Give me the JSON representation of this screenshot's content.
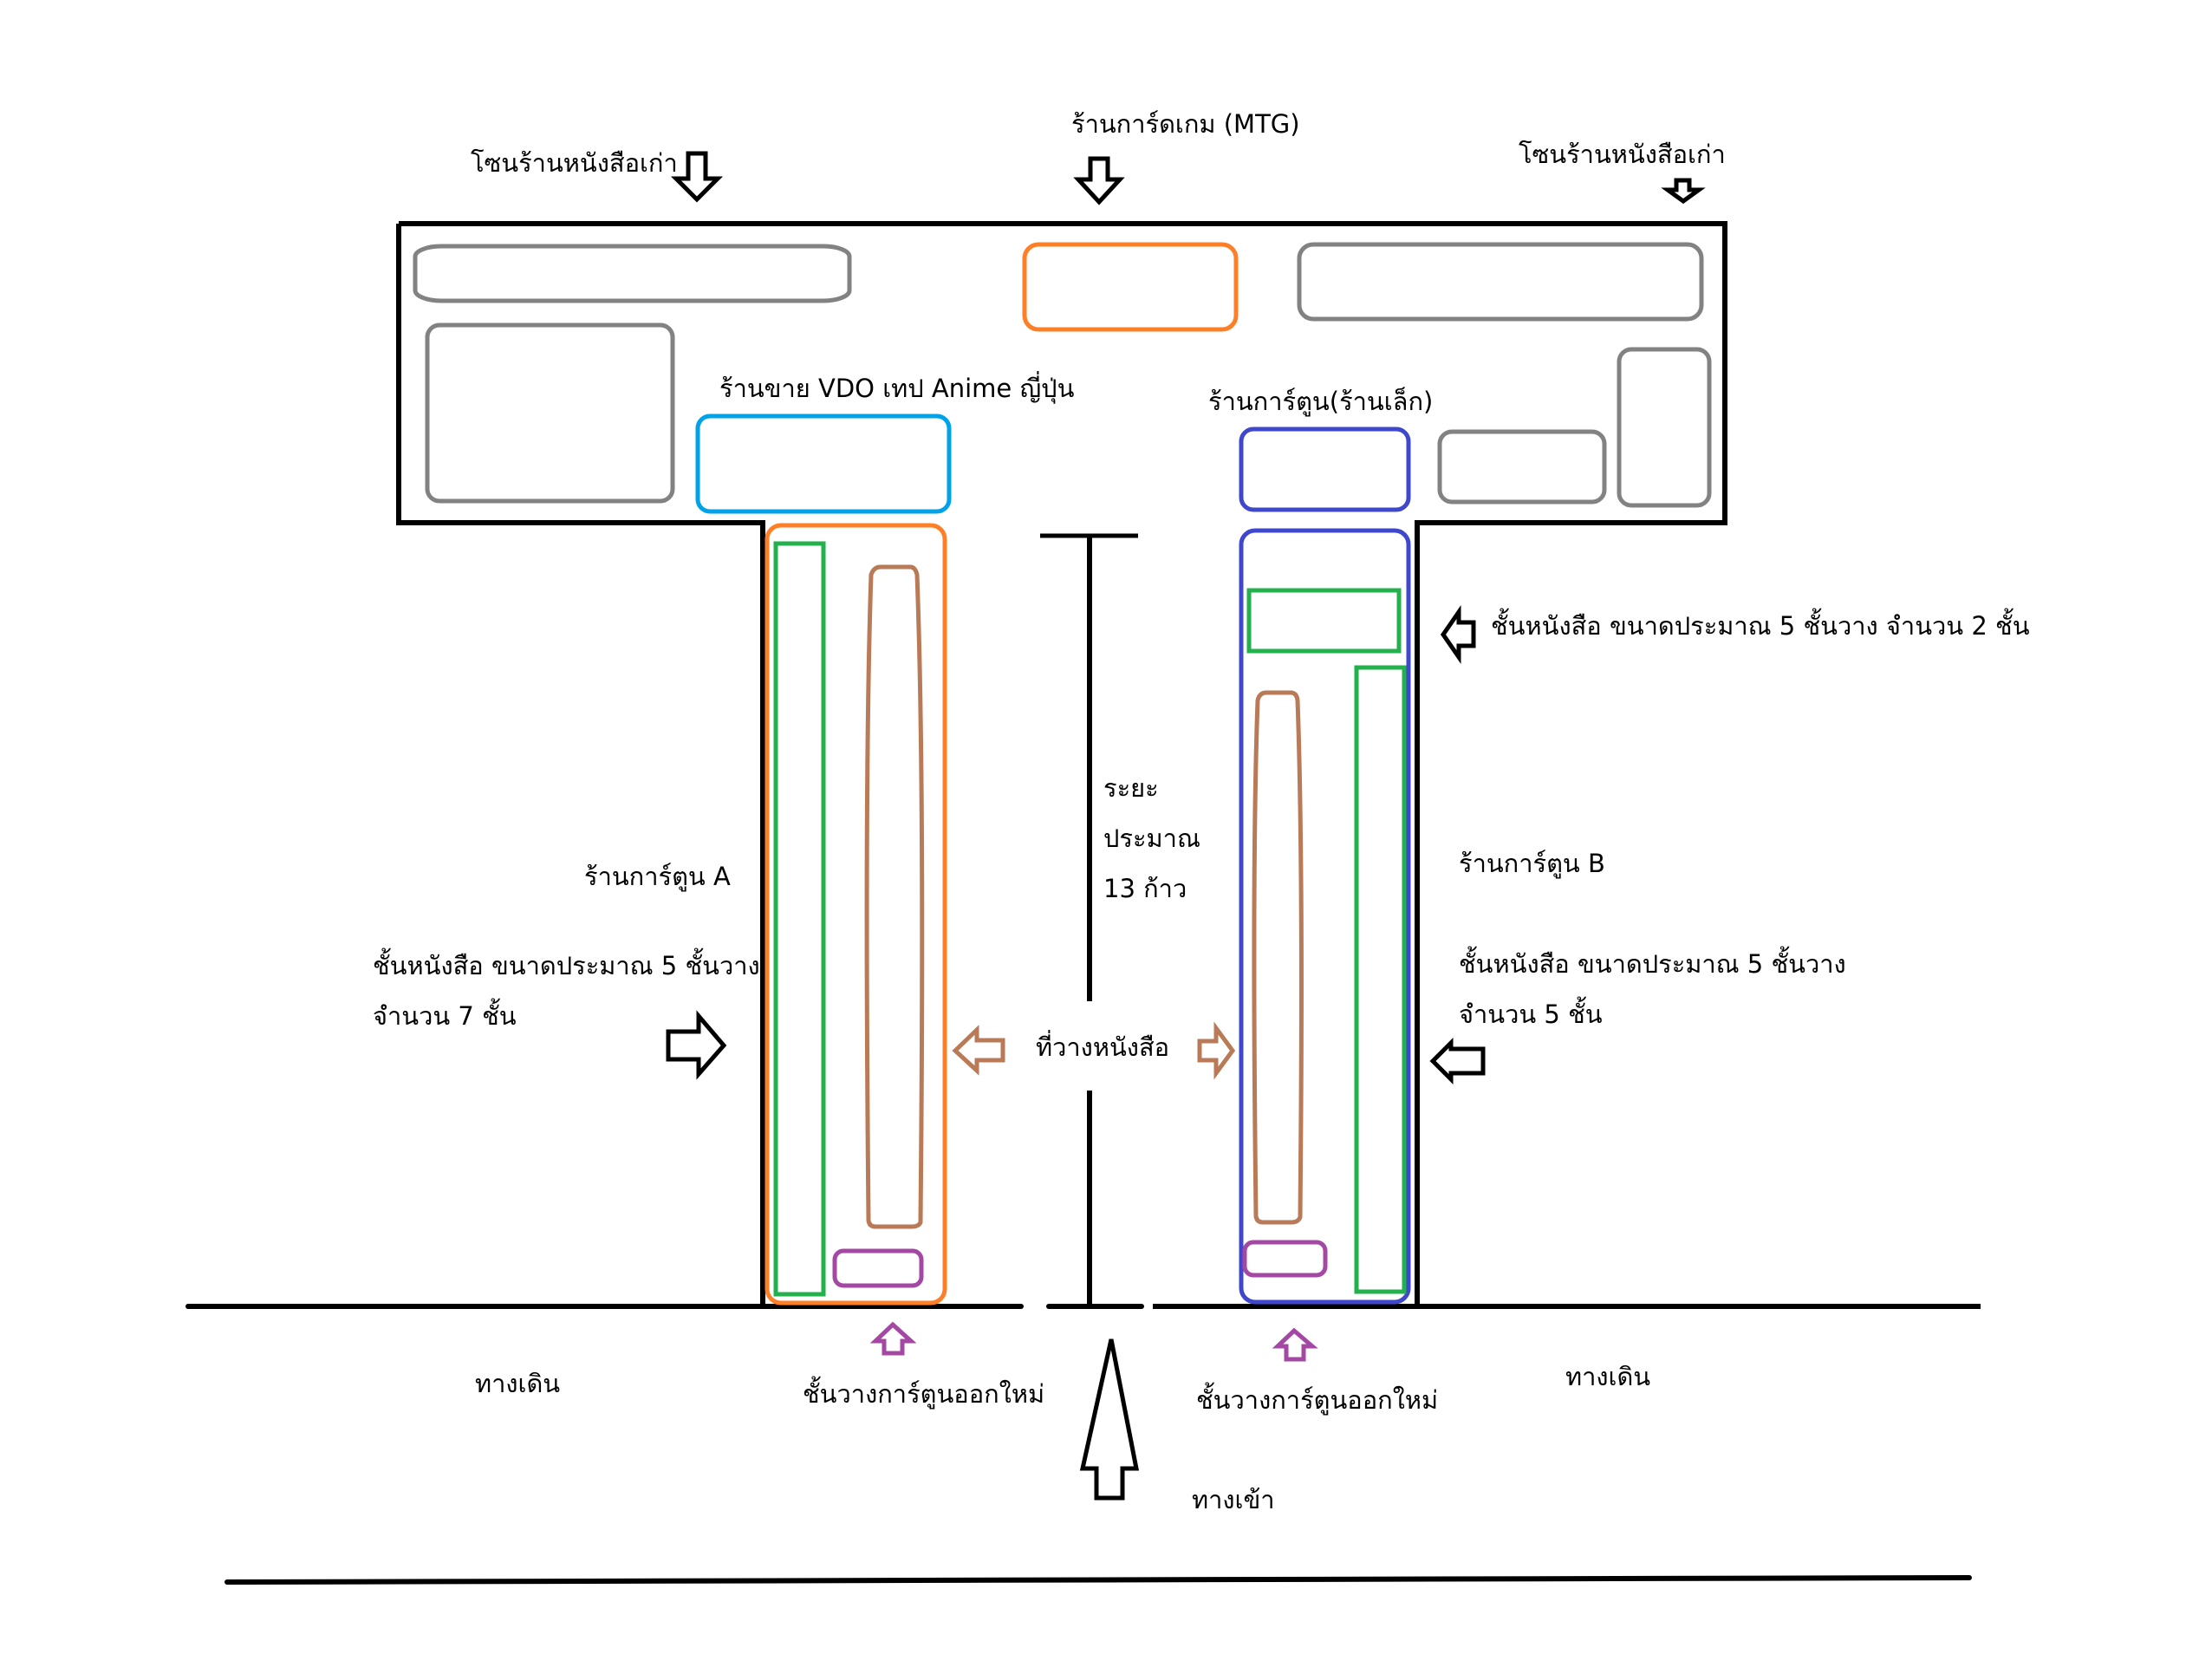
{
  "title": "แผนผังร้านการ์ตูน",
  "labels": {
    "old_books_left": "โซนร้านหนังสือเก่า",
    "card_game": "ร้านการ์ดเกม (MTG)",
    "old_books_right": "โซนร้านหนังสือเก่า",
    "anime_vdo": "ร้านขาย VDO เทป Anime ญี่ปุ่น",
    "small_comic": "ร้านการ์ตูน(ร้านเล็ก)",
    "shelf_b_top": "ชั้นหนังสือ ขนาดประมาณ 5 ชั้นวาง จำนวน 2 ชั้น",
    "distance_line1": "ระยะ",
    "distance_line2": "ประมาณ",
    "distance_line3": "13 ก้าว",
    "comic_a": "ร้านการ์ตูน A",
    "shelf_a_line1": "ชั้นหนังสือ ขนาดประมาณ 5 ชั้นวาง",
    "shelf_a_line2": "จำนวน 7 ชั้น",
    "comic_b": "ร้านการ์ตูน B",
    "shelf_b_line1": "ชั้นหนังสือ ขนาดประมาณ 5 ชั้นวาง",
    "shelf_b_line2": "จำนวน 5 ชั้น",
    "book_stand": "ที่วางหนังสือ",
    "walkway_left": "ทางเดิน",
    "walkway_right": "ทางเดิน",
    "new_comics_left": "ชั้นวางการ์ตูนออกใหม่",
    "new_comics_right": "ชั้นวางการ์ตูนออกใหม่",
    "entrance": "ทางเข้า"
  },
  "colors": {
    "wall": "#000000",
    "other_shop": "#828282",
    "card_game": "#ff7f27",
    "anime_vdo": "#00a2e8",
    "comic_a": "#ff7f27",
    "comic_b": "#3f48cc",
    "shelf": "#22b14c",
    "book_stand": "#b97a57",
    "new_release": "#a349a4"
  }
}
